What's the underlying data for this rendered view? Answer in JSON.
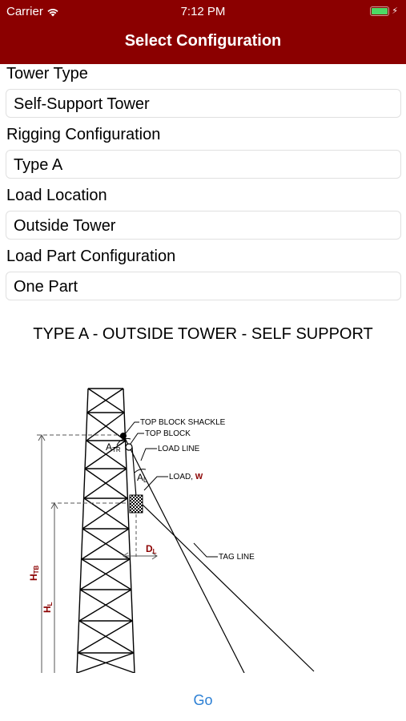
{
  "status_bar": {
    "carrier": "Carrier",
    "time": "7:12 PM",
    "wifi_icon": "wifi-icon",
    "battery_icon": "battery-icon"
  },
  "nav": {
    "title": "Select Configuration"
  },
  "fields": [
    {
      "label": "Tower Type",
      "value": "Self-Support Tower"
    },
    {
      "label": "Rigging Configuration",
      "value": "Type A"
    },
    {
      "label": "Load Location",
      "value": "Outside Tower"
    },
    {
      "label": "Load Part Configuration",
      "value": "One Part"
    }
  ],
  "diagram": {
    "title": "TYPE A - OUTSIDE TOWER - SELF SUPPORT",
    "callouts": {
      "top_block_shackle": "TOP BLOCK SHACKLE",
      "top_block": "TOP BLOCK",
      "load_line": "LOAD LINE",
      "load": "LOAD, ",
      "load_w": "W",
      "tag_line": "TAG LINE",
      "a_tr": "A",
      "a_tr_sub": "TR",
      "a_l": "A",
      "a_l_sub": "L",
      "d_l": "D",
      "d_l_sub": "L",
      "h_tb": "H",
      "h_tb_sub": "TB",
      "h_l": "H",
      "h_l_sub": "L"
    }
  },
  "actions": {
    "go_label": "Go"
  },
  "colors": {
    "header": "#8b0000",
    "link": "#2b7fd4",
    "label_red": "#8b0000"
  }
}
